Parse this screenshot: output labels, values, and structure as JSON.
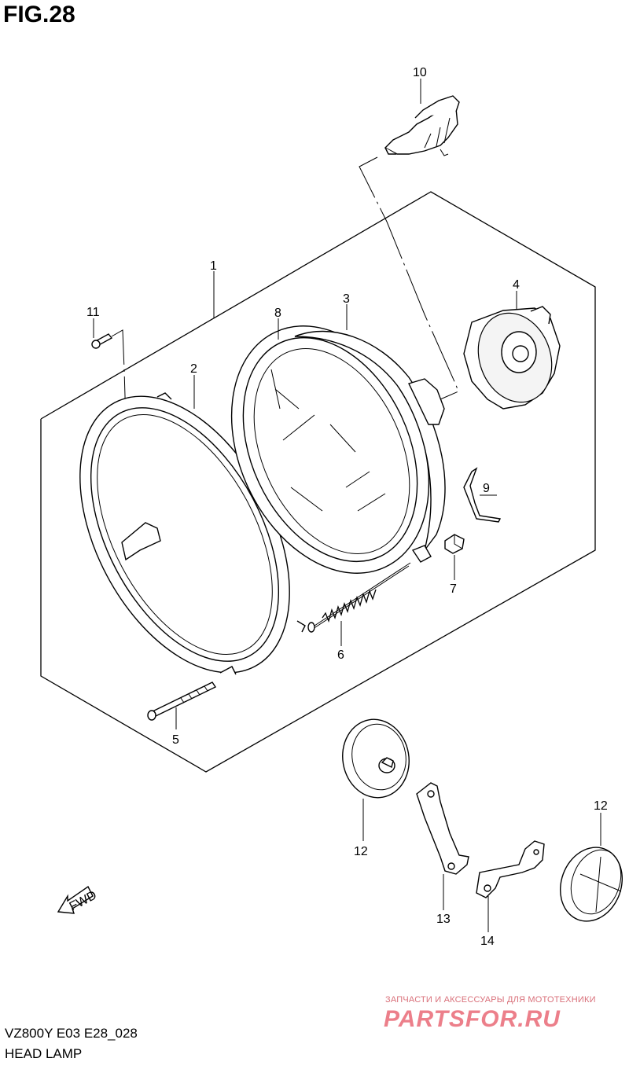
{
  "figure": {
    "title": "FIG.28"
  },
  "callouts": {
    "p1": "1",
    "p2": "2",
    "p3": "3",
    "p4": "4",
    "p5": "5",
    "p6": "6",
    "p7": "7",
    "p8": "8",
    "p9": "9",
    "p10": "10",
    "p11": "11",
    "p12a": "12",
    "p12b": "12",
    "p13": "13",
    "p14": "14"
  },
  "fwd_label": "FWD",
  "footer": {
    "model": "VZ800Y E03 E28_028",
    "name": "HEAD LAMP"
  },
  "watermark": {
    "tagline": "ЗАПЧАСТИ И АКСЕССУАРЫ ДЛЯ МОТОТЕХНИКИ",
    "logo": "PARTSFOR.RU"
  },
  "colors": {
    "line": "#000000",
    "watermark": "#e8606e"
  }
}
